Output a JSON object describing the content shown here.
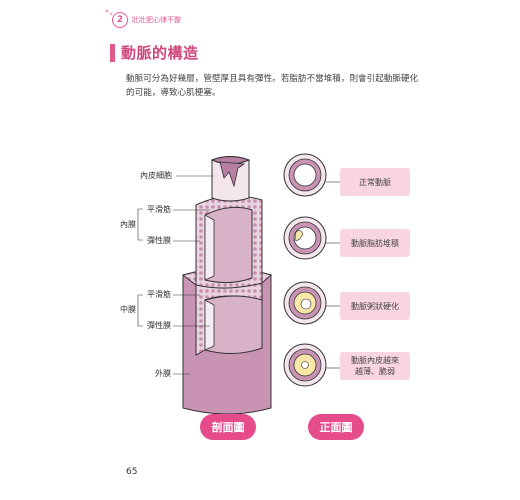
{
  "header": {
    "chapter_number": "2",
    "chapter_title": "壯壯肥心律不整"
  },
  "section": {
    "title": "動脈的構造",
    "intro_line1": "動脈可分為好幾層，管壁厚且具有彈性。若脂肪不當堆積，則會引起動脈硬化",
    "intro_line2": "的可能，導致心肌梗塞。"
  },
  "labels": {
    "endothelium": "內皮細胞",
    "inner_layer": "內膜",
    "middle_layer": "中膜",
    "smooth_muscle_1": "平滑筋",
    "elastic_membrane_1": "彈性膜",
    "smooth_muscle_2": "平滑筋",
    "elastic_membrane_2": "彈性膜",
    "outer_layer": "外膜"
  },
  "tags": [
    {
      "text": "正常動脈"
    },
    {
      "text": "動脈脂肪堆積"
    },
    {
      "text": "動脈粥狀硬化"
    },
    {
      "text_line1": "動脈內皮越來",
      "text_line2": "越薄、脆弱"
    }
  ],
  "buttons": {
    "section_view": "剖面圖",
    "front_view": "正面圖"
  },
  "page_number": "65",
  "colors": {
    "accent": "#e05a8d",
    "pill": "#e64b8c",
    "tag_bg": "#f9d4e2",
    "artery": "#c78fb0"
  }
}
